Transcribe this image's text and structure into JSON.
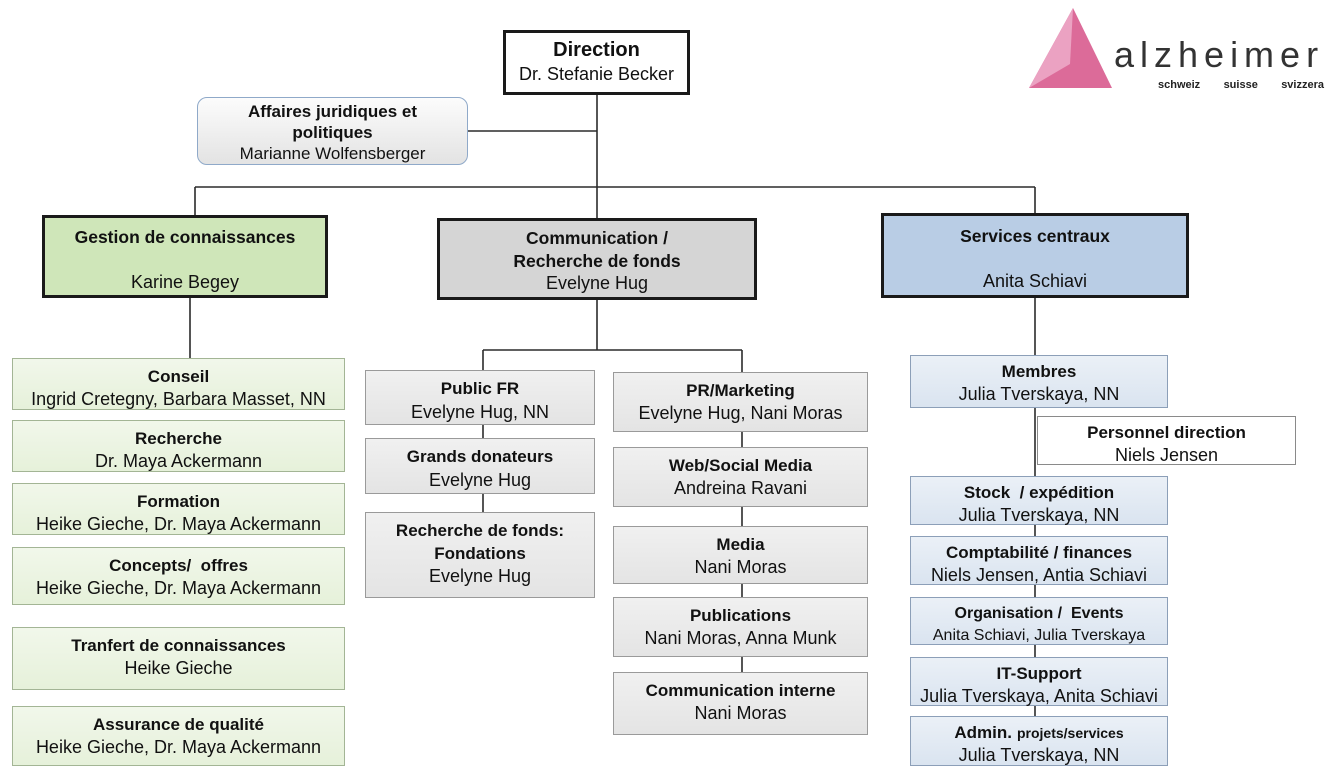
{
  "logo": {
    "wordmark": "alzheimer",
    "tagline": [
      "schweiz",
      "suisse",
      "svizzera"
    ],
    "colors": {
      "triangle": "#dc6b99",
      "triangle_facet": "#eba2c2",
      "wordmark": "#333333"
    }
  },
  "direction": {
    "title": "Direction",
    "name": "Dr. Stefanie Becker"
  },
  "legal": {
    "title": [
      "Affaires juridiques et",
      "politiques"
    ],
    "name": "Marianne Wolfensberger"
  },
  "departments": {
    "knowledge": {
      "title": [
        "Gestion de connaissances"
      ],
      "name": "Karine Begey",
      "color": "#cfe6b9"
    },
    "communication": {
      "title": [
        "Communication /",
        "Recherche de fonds"
      ],
      "name": "Evelyne Hug",
      "color": "#d5d5d5"
    },
    "services": {
      "title": [
        "Services centraux"
      ],
      "name": "Anita Schiavi",
      "color": "#b9cde5"
    }
  },
  "knowledge_units": {
    "color": "#e6f1da",
    "items": [
      {
        "title": [
          "Conseil"
        ],
        "people": "Ingrid Cretegny, Barbara Masset, NN"
      },
      {
        "title": [
          "Recherche"
        ],
        "people": "Dr. Maya Ackermann"
      },
      {
        "title": [
          "Formation"
        ],
        "people": "Heike Gieche, Dr. Maya Ackermann"
      },
      {
        "title": [
          "Concepts/  offres"
        ],
        "people": "Heike Gieche, Dr. Maya Ackermann"
      },
      {
        "title": [
          "Tranfert de connaissances"
        ],
        "people": "Heike Gieche"
      },
      {
        "title": [
          "Assurance de qualité"
        ],
        "people": "Heike Gieche, Dr. Maya Ackermann"
      }
    ]
  },
  "communication_units": {
    "color": "#e4e4e4",
    "column_1": [
      {
        "title": [
          "Public FR"
        ],
        "people": "Evelyne Hug, NN"
      },
      {
        "title": [
          "Grands donateurs"
        ],
        "people": "Evelyne Hug"
      },
      {
        "title": [
          "Recherche de fonds:",
          "Fondations"
        ],
        "people": "Evelyne Hug"
      }
    ],
    "column_2": [
      {
        "title": [
          "PR/Marketing"
        ],
        "people": "Evelyne Hug, Nani Moras"
      },
      {
        "title": [
          "Web/Social Media"
        ],
        "people": "Andreina Ravani"
      },
      {
        "title": [
          "Media"
        ],
        "people": "Nani Moras"
      },
      {
        "title": [
          "Publications"
        ],
        "people": "Nani Moras, Anna Munk"
      },
      {
        "title": [
          "Communication interne"
        ],
        "people": "Nani Moras"
      }
    ]
  },
  "services_units": {
    "color": "#dae4f0",
    "items": [
      {
        "title": [
          "Membres"
        ],
        "people": "Julia Tverskaya, NN"
      },
      {
        "title": [
          "Stock  / expédition"
        ],
        "people": "Julia Tverskaya, NN"
      },
      {
        "title": [
          "Comptabilité / finances"
        ],
        "people": "Niels Jensen, Antia Schiavi"
      },
      {
        "title": [
          "Organisation /  Events"
        ],
        "people": "Anita Schiavi, Julia Tverskaya"
      },
      {
        "title": [
          "IT-Support"
        ],
        "people": "Julia Tverskaya, Anita Schiavi"
      },
      {
        "title": [
          "Admin.",
          "projets/services"
        ],
        "people": "Julia Tverskaya, NN"
      }
    ],
    "staff": {
      "title": [
        "Personnel direction"
      ],
      "people": "Niels Jensen",
      "color": "#ffffff"
    }
  }
}
